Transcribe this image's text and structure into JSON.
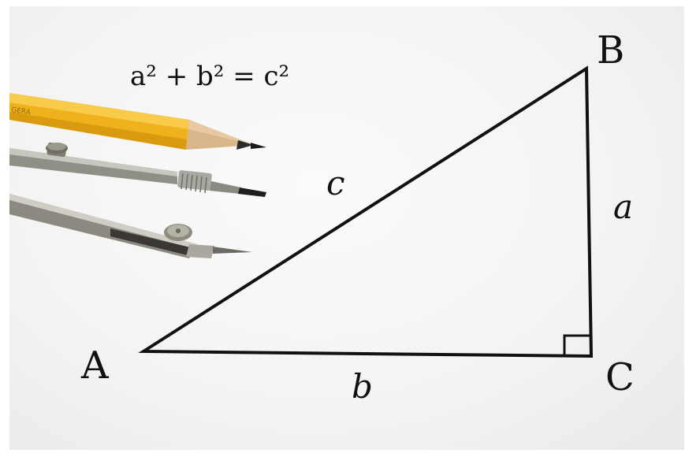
{
  "formula": "a² + b² = c²",
  "vertices": {
    "a": "A",
    "b": "B",
    "c": "C"
  },
  "sides": {
    "a": "a",
    "b": "b",
    "c": "c"
  },
  "pencil_brand": "GERA",
  "colors": {
    "background": "#f3f3f3",
    "pencil_yellow": "#f2b51e",
    "metal": "#9a9a92",
    "ink": "#111111"
  },
  "icons": [
    "pencil-icon",
    "divider-compass-icon",
    "ruling-pen-icon",
    "right-angle-marker-icon"
  ]
}
